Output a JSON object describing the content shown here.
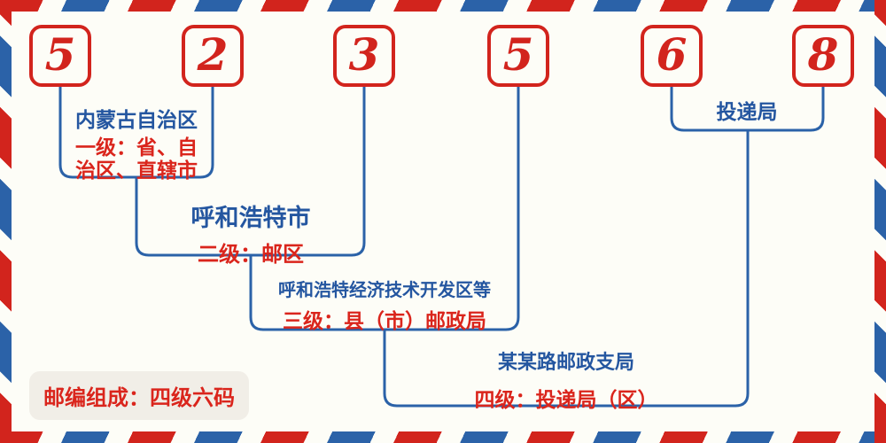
{
  "postal_code": {
    "digits": [
      "5",
      "2",
      "3",
      "5",
      "6",
      "8"
    ]
  },
  "levels": [
    {
      "title": "内蒙古自治区",
      "sub_lines": [
        "一级：省、自",
        "治区、直辖市"
      ]
    },
    {
      "title": "呼和浩特市",
      "sub": "二级：邮区"
    },
    {
      "title": "呼和浩特经济技术开发区等",
      "sub": "三级：县（市）邮政局"
    },
    {
      "title": "某某路邮政支局",
      "sub": "四级：投递局（区）"
    },
    {
      "title": "投递局"
    }
  ],
  "badge": {
    "text": "邮编组成：四级六码"
  },
  "colors": {
    "red": "#d2241d",
    "blue": "#2b62a8",
    "text_blue": "#2456a0",
    "text_red": "#da251c",
    "bg": "#fdfdf7",
    "badge_bg": "#f1eee7"
  }
}
